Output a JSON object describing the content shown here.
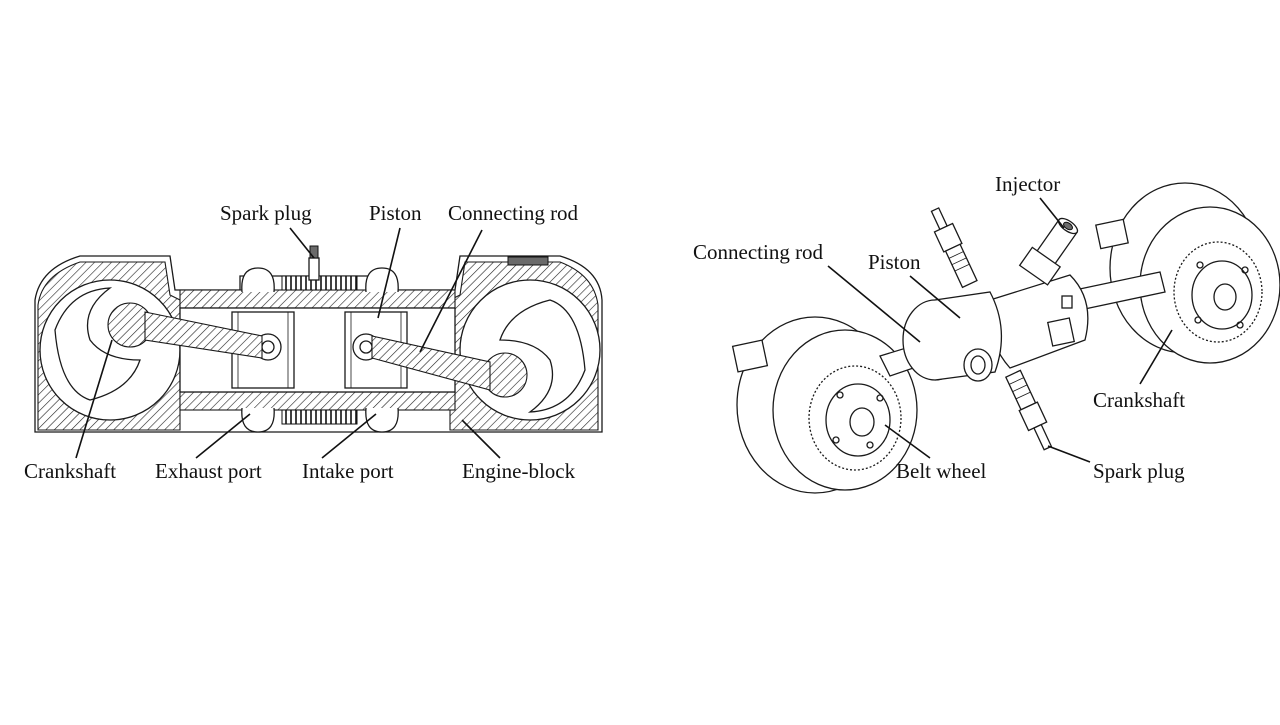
{
  "left_diagram": {
    "labels": {
      "spark_plug": "Spark plug",
      "piston": "Piston",
      "connecting_rod": "Connecting rod",
      "crankshaft": "Crankshaft",
      "exhaust_port": "Exhaust port",
      "intake_port": "Intake port",
      "engine_block": "Engine-block"
    }
  },
  "right_diagram": {
    "labels": {
      "injector": "Injector",
      "connecting_rod": "Connecting rod",
      "piston": "Piston",
      "crankshaft": "Crankshaft",
      "belt_wheel": "Belt wheel",
      "spark_plug": "Spark plug"
    }
  }
}
